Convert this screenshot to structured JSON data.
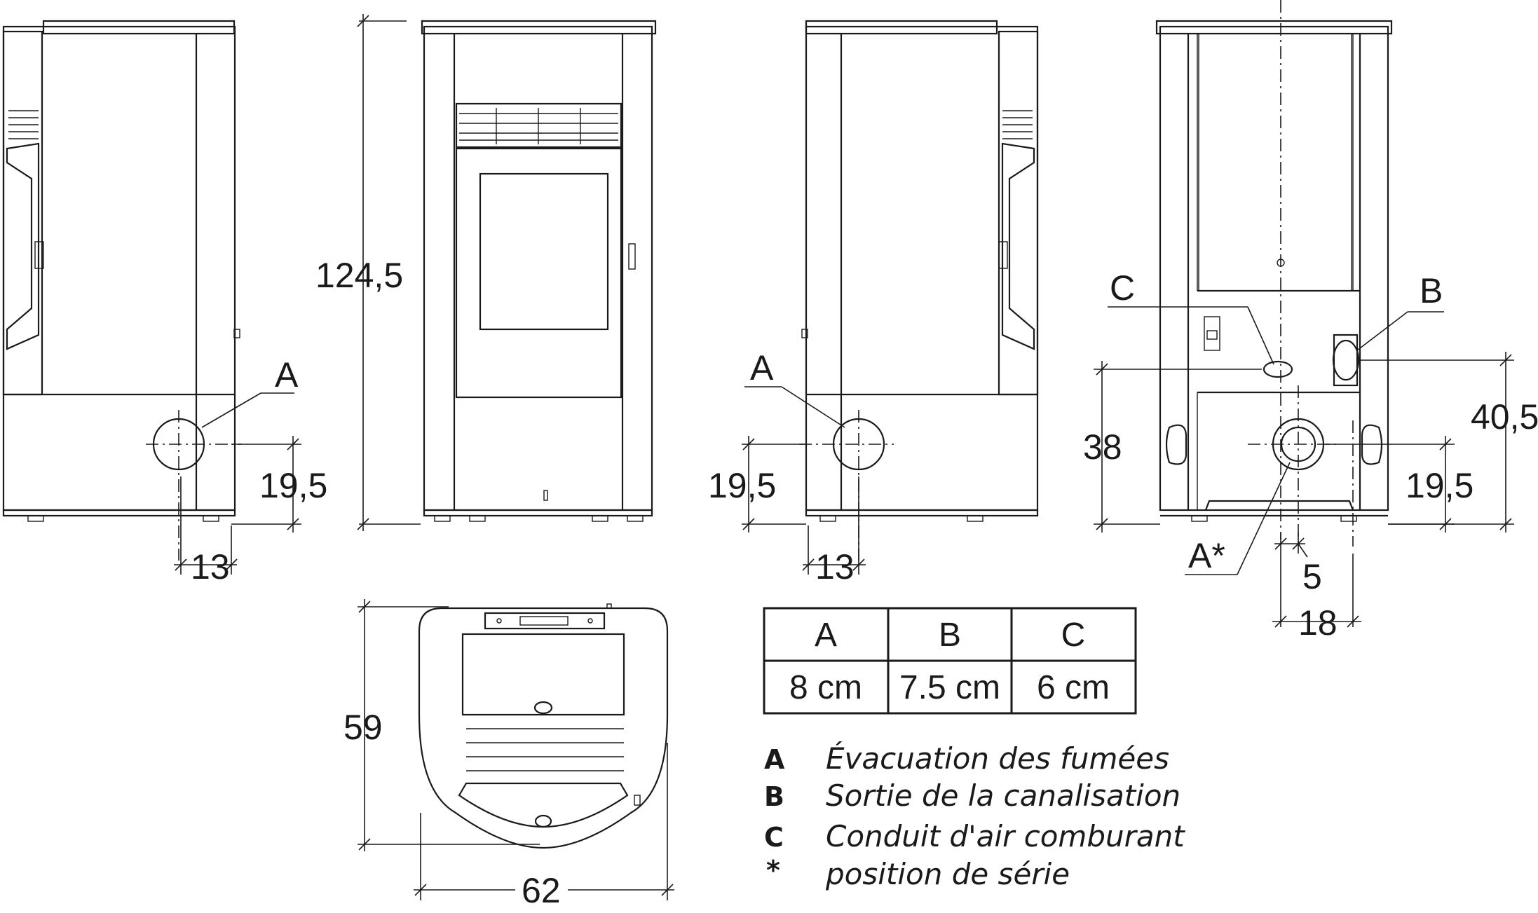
{
  "dimensions": {
    "height_total": "124,5",
    "depth": "59",
    "width": "62",
    "flue_height_left": "19,5",
    "flue_offset_left": "13",
    "flue_height_right": "19,5",
    "flue_offset_right": "13",
    "air_inlet_height": "38",
    "duct_outlet_height": "40,5",
    "flue_height_rear": "19,5",
    "flue_offset_rear_small": "5",
    "flue_offset_rear": "18"
  },
  "labels": {
    "flue_left": "A",
    "flue_right": "A",
    "air_inlet": "C",
    "duct_outlet": "B",
    "flue_rear": "A*"
  },
  "table": {
    "headers": [
      "A",
      "B",
      "C"
    ],
    "values": [
      "8 cm",
      "7.5 cm",
      "6 cm"
    ]
  },
  "legend": [
    {
      "key": "A",
      "text": "Évacuation des fumées"
    },
    {
      "key": "B",
      "text": "Sortie de la canalisation"
    },
    {
      "key": "C",
      "text": "Conduit d'air comburant"
    },
    {
      "key": "*",
      "text": "position de série"
    }
  ]
}
